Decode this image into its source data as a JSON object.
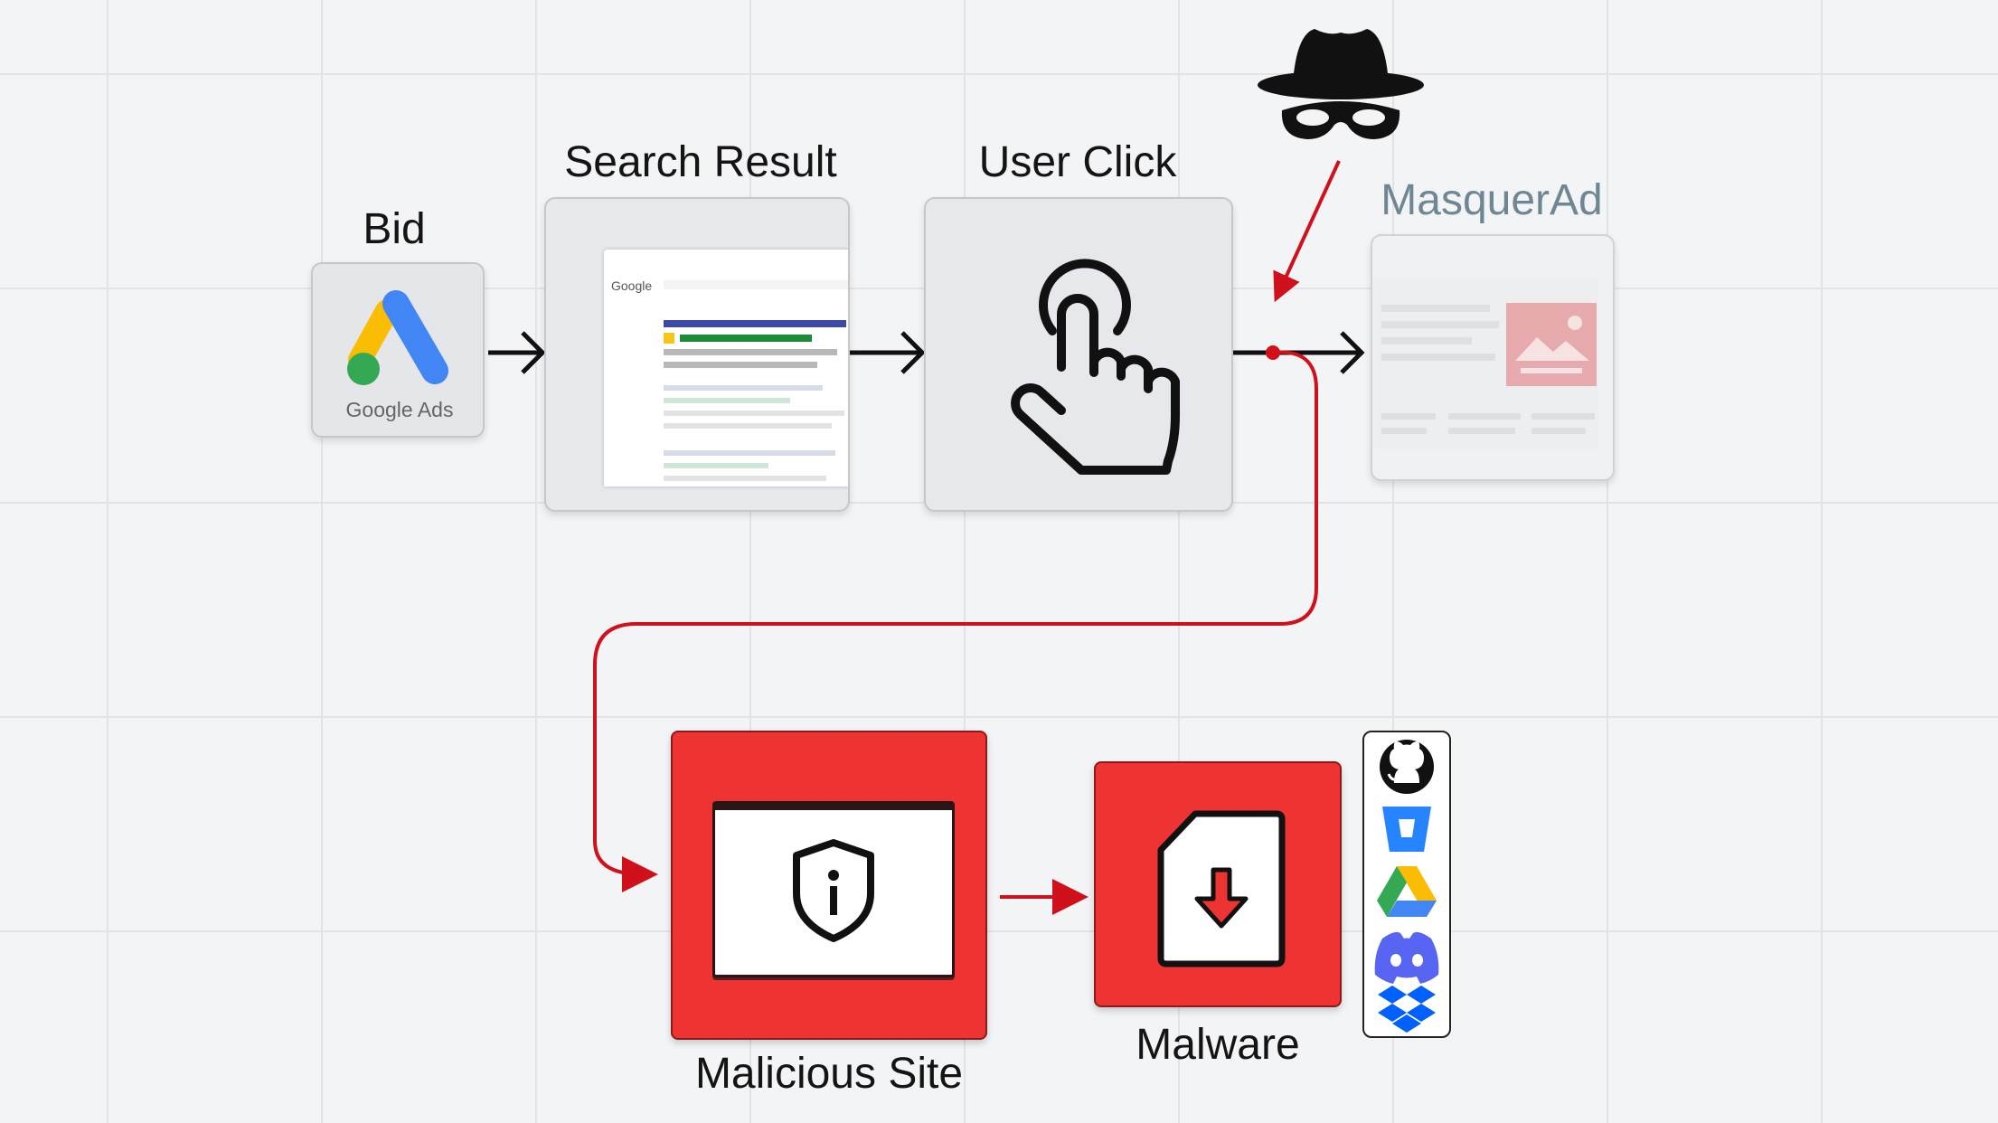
{
  "nodes": {
    "bid": {
      "label": "Bid",
      "logo_text": "Google Ads"
    },
    "search_result": {
      "label": "Search Result",
      "logo_text": "Google"
    },
    "user_click": {
      "label": "User Click"
    },
    "masquerad": {
      "label": "MasquerAd"
    },
    "malicious_site": {
      "label": "Malicious Site"
    },
    "malware": {
      "label": "Malware"
    }
  },
  "hosting_icons": [
    "github-icon",
    "bitbucket-icon",
    "google-drive-icon",
    "discord-icon",
    "dropbox-icon"
  ],
  "colors": {
    "background": "#f3f4f6",
    "malicious_red": "#ee3333",
    "attack_path": "#d0101a",
    "masquerad_label": "#6f8793",
    "google_blue": "#4285f4",
    "google_yellow": "#fbbc04",
    "google_green": "#34a853"
  }
}
